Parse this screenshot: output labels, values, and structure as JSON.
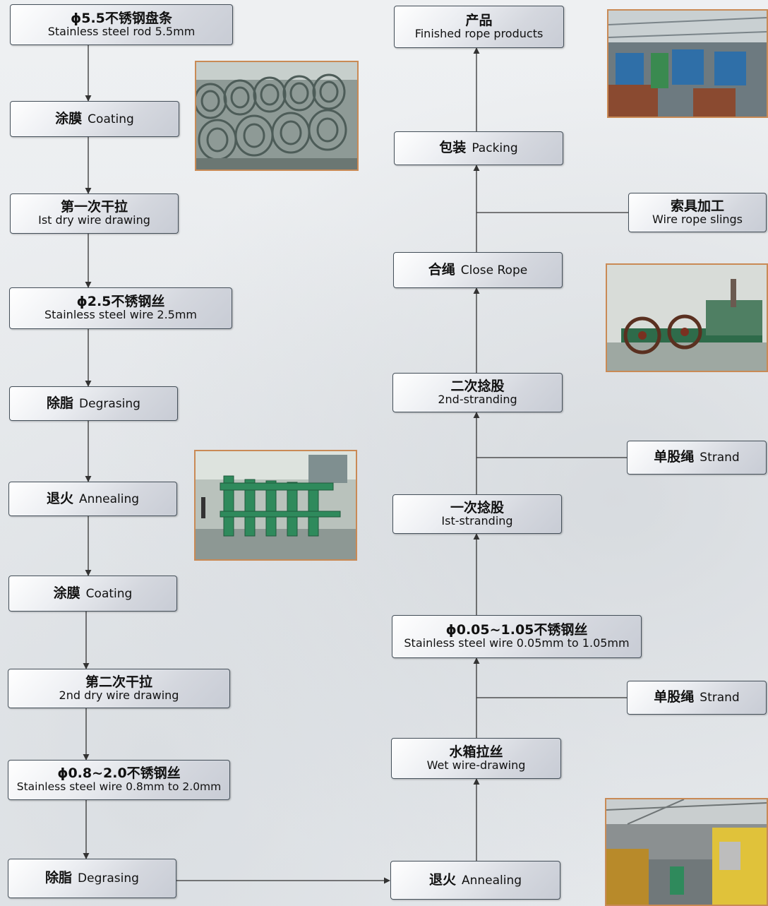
{
  "left_column": [
    {
      "zh": "ϕ5.5不锈钢盘条",
      "en": "Stainless steel rod 5.5mm"
    },
    {
      "zh": "涂膜",
      "en": "Coating"
    },
    {
      "zh": "第一次干拉",
      "en": "Ist dry wire drawing"
    },
    {
      "zh": "ϕ2.5不锈钢丝",
      "en": "Stainless steel wire 2.5mm"
    },
    {
      "zh": "除脂",
      "en": "Degrasing"
    },
    {
      "zh": "退火",
      "en": "Annealing"
    },
    {
      "zh": "涂膜",
      "en": "Coating"
    },
    {
      "zh": "第二次干拉",
      "en": "2nd dry wire drawing"
    },
    {
      "zh": "ϕ0.8~2.0不锈钢丝",
      "en": "Stainless steel wire 0.8mm to 2.0mm"
    },
    {
      "zh": "除脂",
      "en": "Degrasing"
    }
  ],
  "right_column": [
    {
      "zh": "产品",
      "en": "Finished rope products"
    },
    {
      "zh": "包装",
      "en": "Packing"
    },
    {
      "zh": "合绳",
      "en": "Close Rope"
    },
    {
      "zh": "二次捻股",
      "en": "2nd-stranding"
    },
    {
      "zh": "一次捻股",
      "en": "Ist-stranding"
    },
    {
      "zh": "ϕ0.05~1.05不锈钢丝",
      "en": "Stainless steel wire 0.05mm to 1.05mm"
    },
    {
      "zh": "水箱拉丝",
      "en": "Wet wire-drawing"
    },
    {
      "zh": "退火",
      "en": "Annealing"
    }
  ],
  "side_inputs": [
    {
      "zh": "索具加工",
      "en": "Wire rope slings"
    },
    {
      "zh": "单股绳",
      "en": "Strand"
    },
    {
      "zh": "单股绳",
      "en": "Strand"
    }
  ],
  "photos": [
    {
      "name": "wire-rod-coils-photo"
    },
    {
      "name": "annealing-line-photo"
    },
    {
      "name": "finished-rope-warehouse-photo"
    },
    {
      "name": "rope-closing-machine-photo"
    },
    {
      "name": "wet-drawing-workshop-photo"
    }
  ],
  "colors": {
    "box_border": "#45505a",
    "arrow": "#333333",
    "photo_frame": "#c98a55"
  }
}
